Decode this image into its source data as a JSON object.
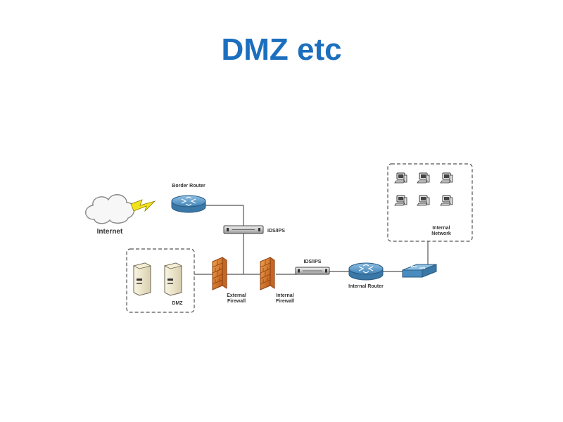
{
  "slide": {
    "title": "DMZ etc",
    "title_color": "#1c6fbe"
  },
  "diagram": {
    "nodes": {
      "internet": {
        "label": "Internet",
        "icon": "cloud-icon"
      },
      "border_router": {
        "label": "Border Router",
        "icon": "router-icon"
      },
      "ids_top": {
        "label": "IDS/IPS",
        "icon": "ids-appliance-icon"
      },
      "external_firewall": {
        "label_line1": "External",
        "label_line2": "Firewall",
        "icon": "firewall-icon"
      },
      "internal_firewall": {
        "label_line1": "Internal",
        "label_line2": "Firewall",
        "icon": "firewall-icon"
      },
      "ids_bottom": {
        "label": "IDS/IPS",
        "icon": "ids-appliance-icon"
      },
      "internal_router": {
        "label": "Internal Router",
        "icon": "router-icon"
      },
      "switch": {
        "icon": "switch-icon"
      },
      "dmz": {
        "label": "DMZ",
        "icon": "server-icon"
      },
      "internal_network": {
        "label_line1": "Internal",
        "label_line2": "Network",
        "icon": "workstation-icon"
      }
    },
    "colors": {
      "router": "#5b9bc7",
      "firewall": "#d9822b",
      "lightning": "#f2e21b",
      "link": "#555555"
    }
  }
}
